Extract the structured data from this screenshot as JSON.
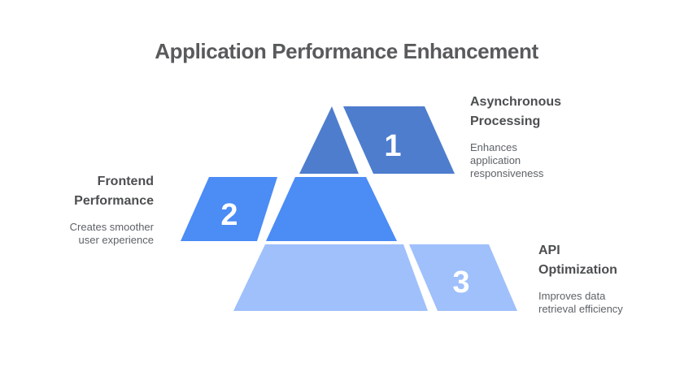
{
  "title": "Application Performance Enhancement",
  "theme": {
    "background": "#ffffff",
    "title_text": "#595a5c",
    "heading_text": "#4c4e50",
    "description_text": "#5e6267",
    "number_text": "#ffffff"
  },
  "items": [
    {
      "number": "1",
      "heading": "Asynchronous\nProcessing",
      "description": "Enhances\napplication\nresponsiveness",
      "color": "#4e7dce",
      "label_side": "right"
    },
    {
      "number": "2",
      "heading": "Frontend\nPerformance",
      "description": "Creates smoother\nuser experience",
      "color": "#4b8cf5",
      "label_side": "left"
    },
    {
      "number": "3",
      "heading": "API\nOptimization",
      "description": "Improves data\nretrieval efficiency",
      "color": "#9fc0fb",
      "label_side": "right"
    }
  ]
}
